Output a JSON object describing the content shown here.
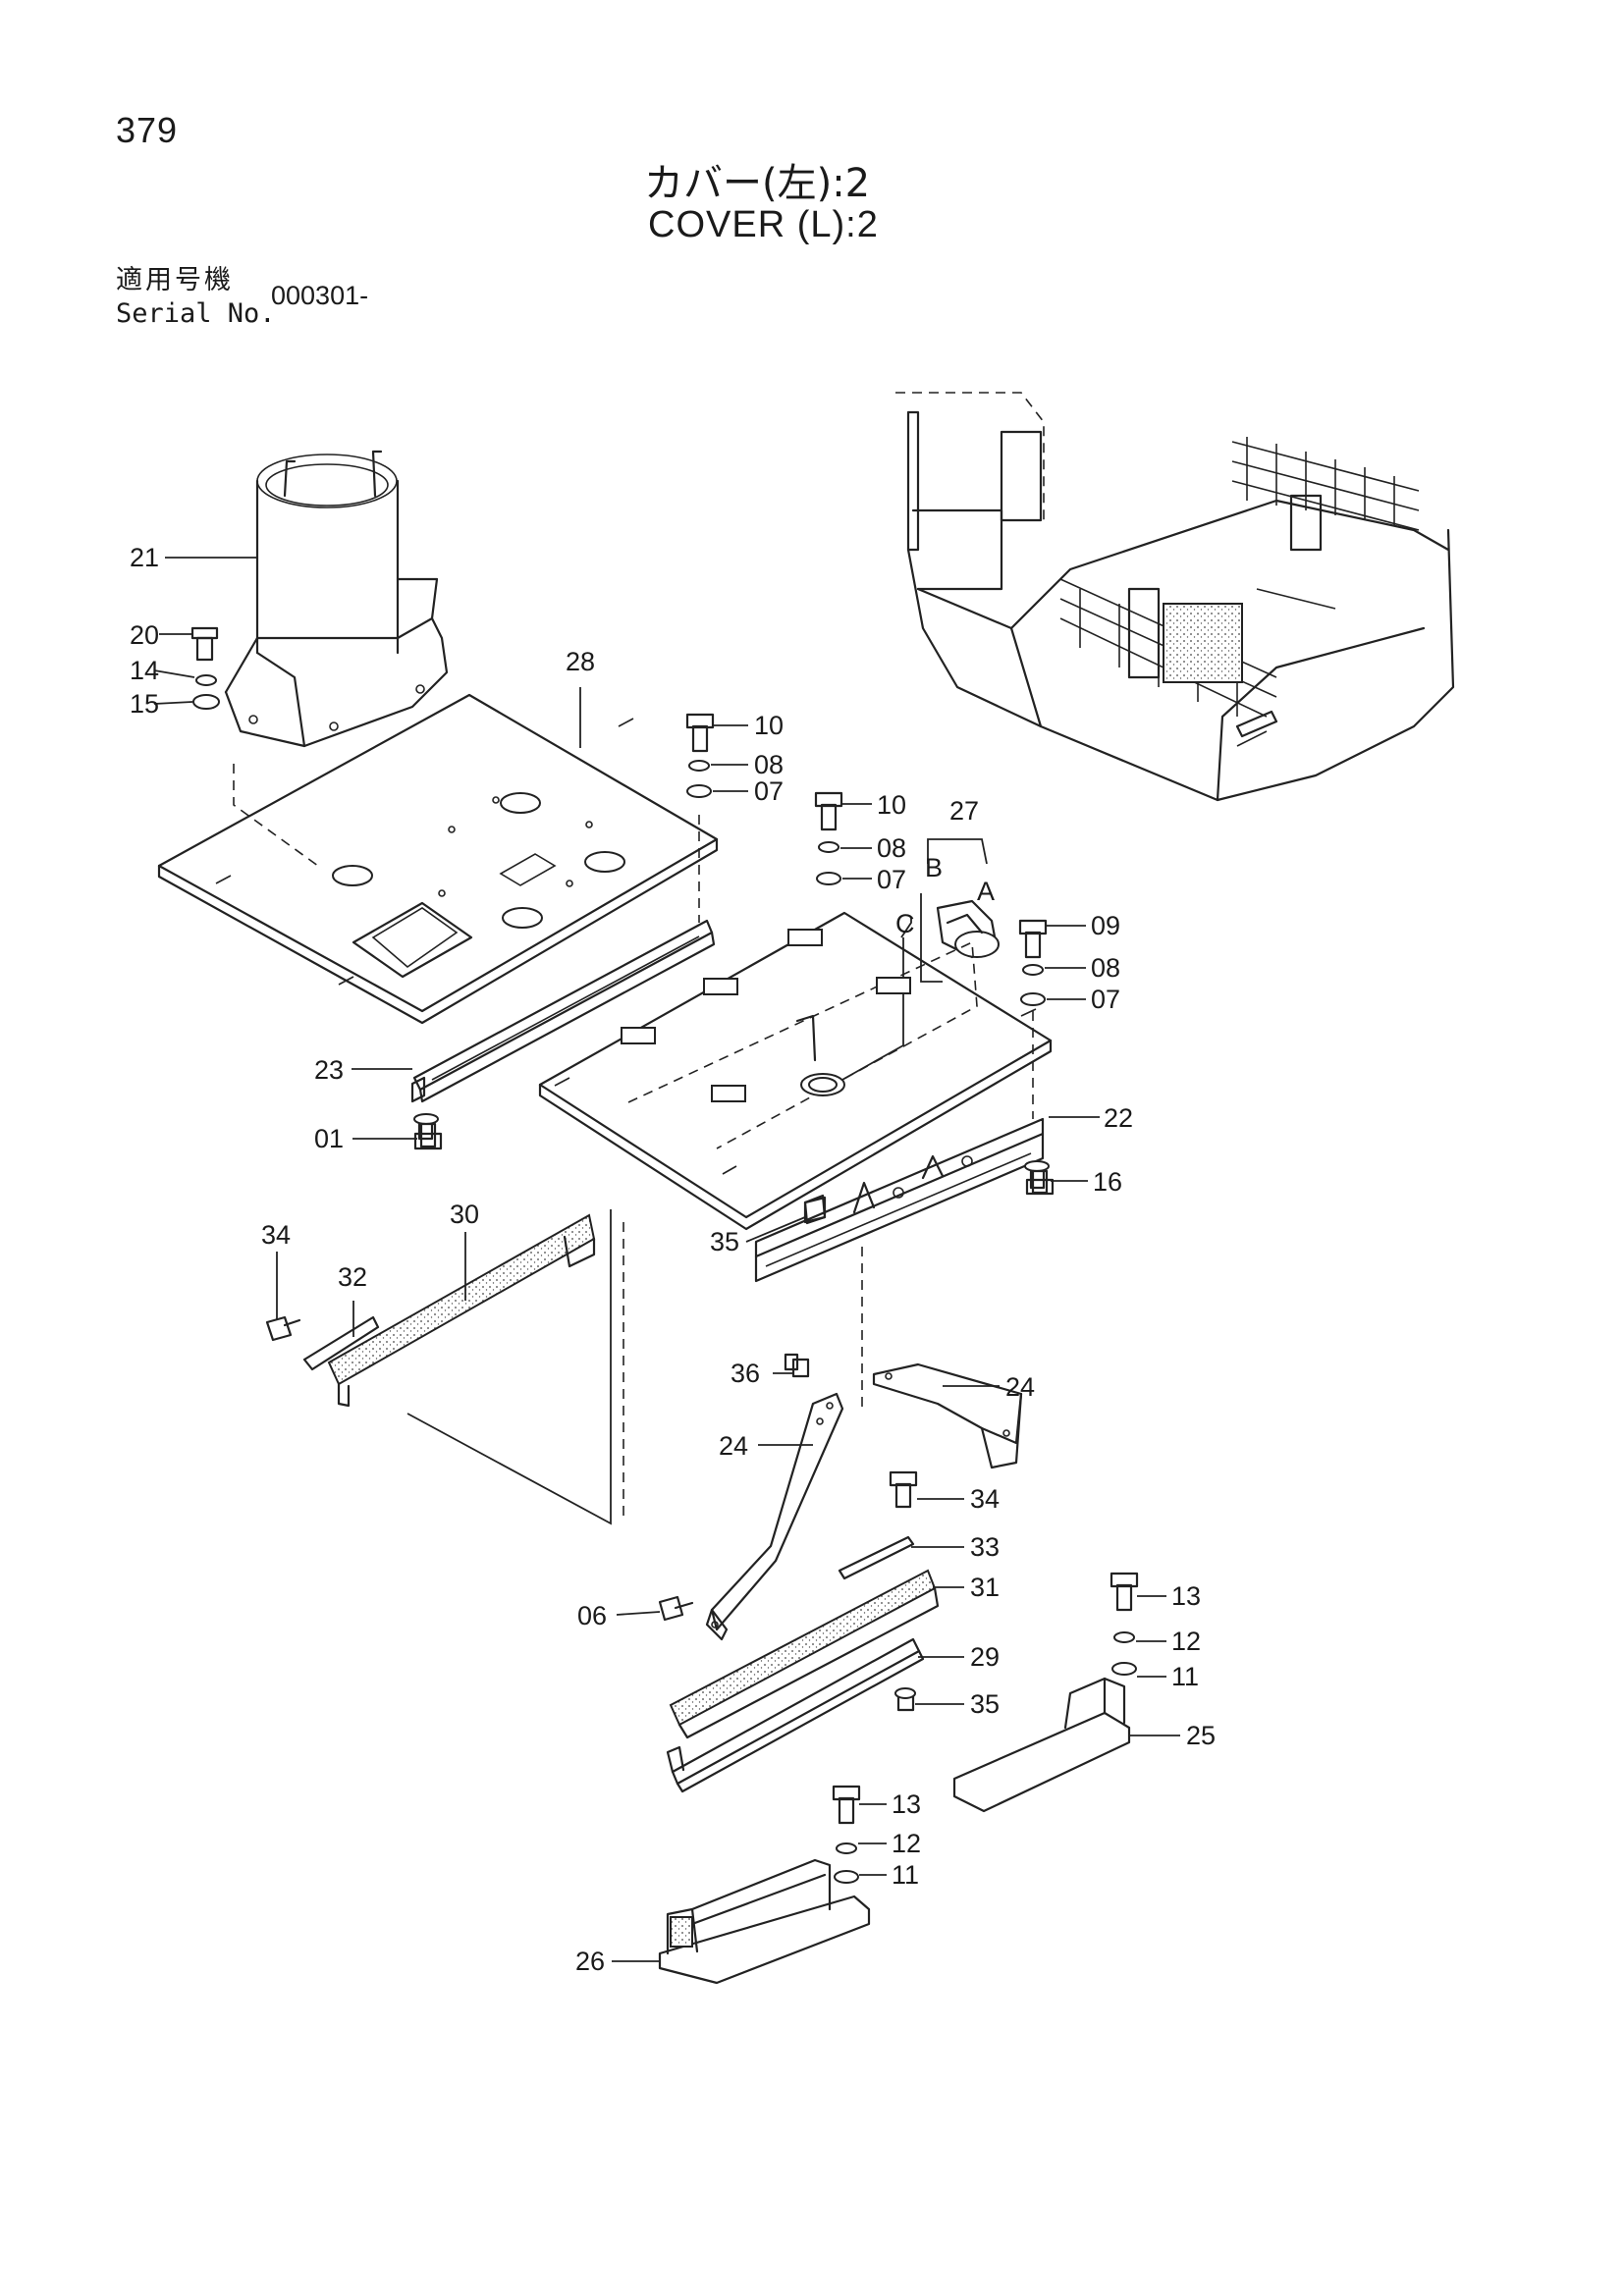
{
  "header": {
    "page_number": "379",
    "title_jp": "カバー(左):2",
    "title_en": "COVER (L):2",
    "applicable_label": "適用号機",
    "serial_label": "Serial No.",
    "serial_value": "000301-"
  },
  "callouts": {
    "c01": "01",
    "c06": "06",
    "c07a": "07",
    "c07b": "07",
    "c07c": "07",
    "c08a": "08",
    "c08b": "08",
    "c08c": "08",
    "c09": "09",
    "c10a": "10",
    "c10b": "10",
    "c11a": "11",
    "c11b": "11",
    "c12a": "12",
    "c12b": "12",
    "c13a": "13",
    "c13b": "13",
    "c14": "14",
    "c15": "15",
    "c16": "16",
    "c20": "20",
    "c21": "21",
    "c22": "22",
    "c23": "23",
    "c24a": "24",
    "c24b": "24",
    "c25": "25",
    "c26": "26",
    "c27": "27",
    "c28": "28",
    "c29": "29",
    "c30": "30",
    "c31": "31",
    "c32": "32",
    "c33": "33",
    "c34a": "34",
    "c34b": "34",
    "c35a": "35",
    "c35b": "35",
    "c36": "36",
    "letterA": "A",
    "letterB": "B",
    "letterC": "C"
  }
}
